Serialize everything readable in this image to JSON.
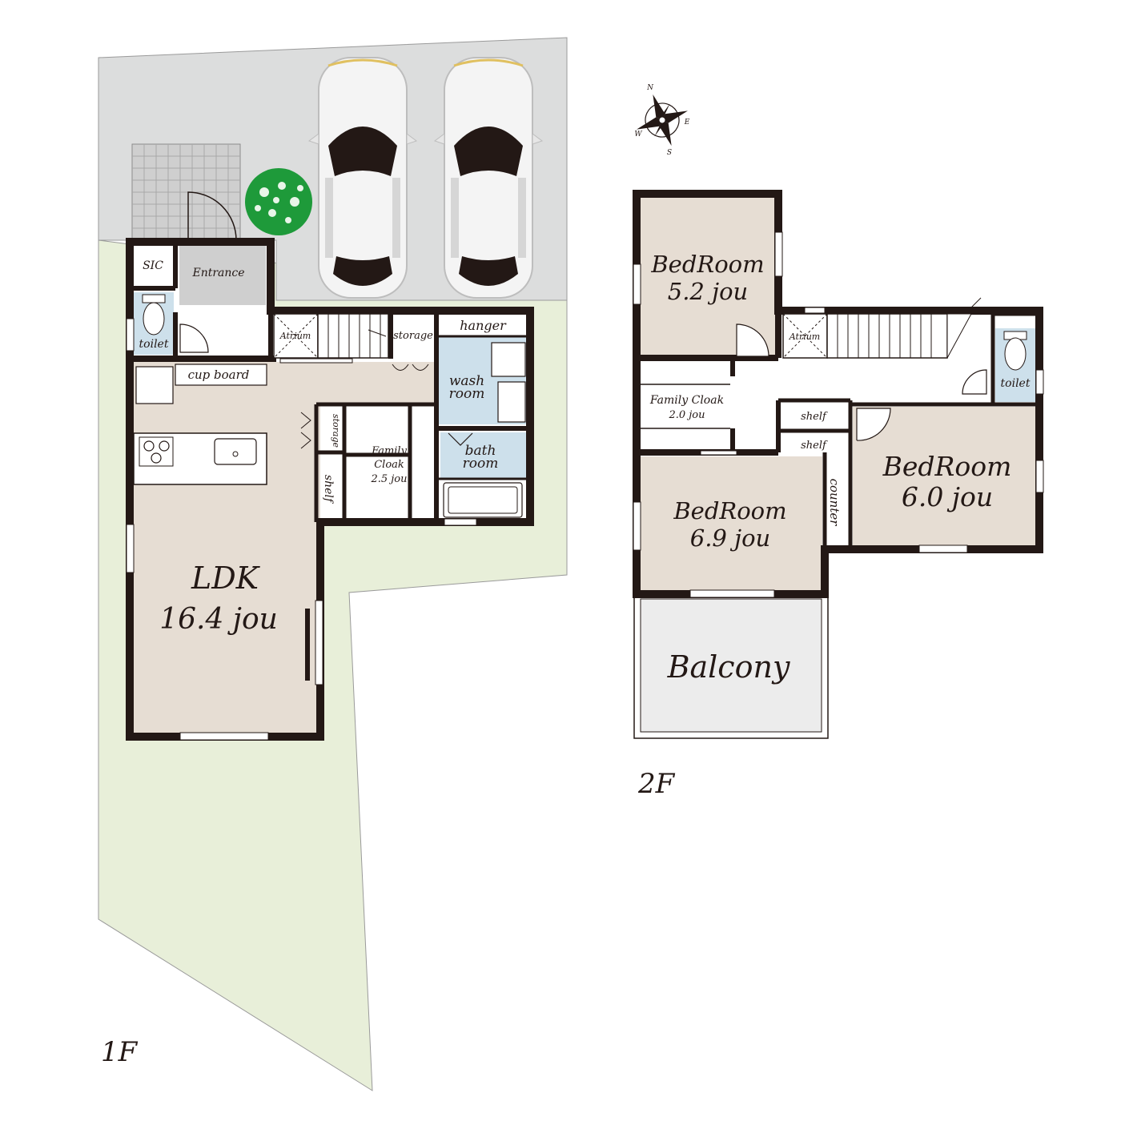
{
  "floors": {
    "first": {
      "label": "1F",
      "rooms": {
        "sic": "SIC",
        "entrance": "Entrance",
        "toilet": "toilet",
        "atrium": "Atrium",
        "storage_hall": "storage",
        "hanger": "hanger",
        "cup_board": "cup board",
        "wash_room": [
          "wash",
          "room"
        ],
        "bath_room": [
          "bath",
          "room"
        ],
        "storage_small": "storage",
        "family_cloak": [
          "Family",
          "Cloak",
          "2.5 jou"
        ],
        "shelf": "shelf",
        "ldk": [
          "LDK",
          "16.4 jou"
        ]
      }
    },
    "second": {
      "label": "2F",
      "rooms": {
        "bedroom_a": [
          "BedRoom",
          "5.2 jou"
        ],
        "atrium": "Atrium",
        "toilet": "toilet",
        "family_cloak": [
          "Family Cloak",
          "2.0 jou"
        ],
        "shelf_upper": "shelf",
        "shelf_lower": "shelf",
        "bedroom_b": [
          "BedRoom",
          "6.0 jou"
        ],
        "bedroom_c": [
          "BedRoom",
          "6.9 jou"
        ],
        "counter": "counter",
        "balcony": "Balcony"
      }
    }
  },
  "compass": {
    "n": "N",
    "e": "E",
    "s": "S",
    "w": "W"
  },
  "colors": {
    "wall": "#231815",
    "parking": "#dcdddd",
    "garden": "#e8efd9",
    "floor_wood": "#e6ddd3",
    "wet_area": "#cde0eb",
    "balcony": "#ececec",
    "tree": "#1e9a3a",
    "car_body": "#f4f4f4"
  },
  "icons": [
    "car-icon",
    "tree-icon",
    "compass-icon",
    "stove-icon",
    "sink-icon",
    "toilet-icon",
    "bathtub-icon"
  ]
}
